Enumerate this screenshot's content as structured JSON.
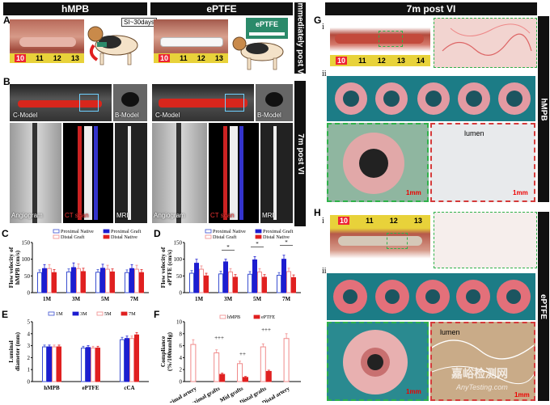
{
  "panels": {
    "A": "A",
    "B": "B",
    "C": "C",
    "D": "D",
    "E": "E",
    "F": "F",
    "G": "G",
    "H": "H"
  },
  "headers": {
    "left": "hMPB",
    "mid": "ePTFE",
    "right": "7m post VI"
  },
  "side_labels": {
    "immediately": "Immediately post VI",
    "seven_m": "7m post VI",
    "hmpb": "hMPB",
    "eptfe": "ePTFE"
  },
  "image_text": {
    "si_30days": "SI~30days",
    "eptfe_tube": "ePTFE",
    "c_model": "C-Model",
    "b_model": "B-Model",
    "angiogram": "Angiogram",
    "ct_scan": "CT scan",
    "mri": "MRI",
    "lumen": "lumen",
    "scale_1mm": "1mm",
    "watermark": "嘉峪检测网",
    "watermark_url": "AnyTesting.com"
  },
  "roman": {
    "i": "i",
    "ii": "ii"
  },
  "ruler_A1": [
    "10",
    "11",
    "12",
    "13"
  ],
  "ruler_A2": [
    "10",
    "11",
    "12",
    "13"
  ],
  "ruler_G": [
    "10",
    "11",
    "12",
    "13",
    "14"
  ],
  "ruler_H": [
    "10",
    "11",
    "12",
    "13"
  ],
  "colors": {
    "proximal_native": "#3a4fd0",
    "proximal_graft": "#1d1dd0",
    "distal_graft": "#f08a8a",
    "distal_native": "#e02020",
    "hmpb": "#f08a8a",
    "eptfe": "#e02020",
    "green_dash": "#2fb24a",
    "red_dash": "#d43a3a"
  },
  "chart_data": [
    {
      "id": "C",
      "type": "bar",
      "ylabel": "Flow velocity of hMPB (cm/s)",
      "ylim": [
        0,
        150
      ],
      "yticks": [
        0,
        50,
        100,
        150
      ],
      "categories": [
        "1M",
        "3M",
        "5M",
        "7M"
      ],
      "legend": [
        "Proximal Native",
        "Proximal Graft",
        "Distal Graft",
        "Distal Native"
      ],
      "series": [
        {
          "name": "Proximal Native",
          "values": [
            60,
            62,
            61,
            60
          ],
          "err": [
            8,
            9,
            8,
            8
          ]
        },
        {
          "name": "Proximal Graft",
          "values": [
            72,
            75,
            73,
            72
          ],
          "err": [
            12,
            14,
            12,
            12
          ]
        },
        {
          "name": "Distal Graft",
          "values": [
            72,
            72,
            70,
            70
          ],
          "err": [
            12,
            14,
            12,
            12
          ]
        },
        {
          "name": "Distal Native",
          "values": [
            60,
            63,
            62,
            60
          ],
          "err": [
            9,
            10,
            9,
            9
          ]
        }
      ]
    },
    {
      "id": "D",
      "type": "bar",
      "ylabel": "Flow velocity of ePTFE (cm/s)",
      "ylim": [
        0,
        150
      ],
      "yticks": [
        0,
        50,
        100,
        150
      ],
      "categories": [
        "1M",
        "3M",
        "5M",
        "7M"
      ],
      "legend": [
        "Proximal Native",
        "Proximal Graft",
        "Distal Graft",
        "Distal Native"
      ],
      "annotations": [
        "*",
        "*",
        "*"
      ],
      "series": [
        {
          "name": "Proximal Native",
          "values": [
            58,
            56,
            55,
            52
          ],
          "err": [
            8,
            8,
            8,
            8
          ]
        },
        {
          "name": "Proximal Graft",
          "values": [
            88,
            92,
            98,
            100
          ],
          "err": [
            12,
            8,
            10,
            12
          ]
        },
        {
          "name": "Distal Graft",
          "values": [
            70,
            62,
            62,
            63
          ],
          "err": [
            10,
            10,
            10,
            10
          ]
        },
        {
          "name": "Distal Native",
          "values": [
            50,
            46,
            46,
            45
          ],
          "err": [
            8,
            8,
            8,
            8
          ]
        }
      ]
    },
    {
      "id": "E",
      "type": "bar",
      "ylabel": "Luminal diameter (mm)",
      "ylim": [
        0,
        5
      ],
      "yticks": [
        0,
        1,
        2,
        3,
        4,
        5
      ],
      "categories": [
        "hMPB",
        "ePTFE",
        "cCA"
      ],
      "legend": [
        "1M",
        "3M",
        "5M",
        "7M"
      ],
      "series": [
        {
          "name": "1M",
          "values": [
            2.9,
            2.8,
            3.5
          ],
          "err": [
            0.15,
            0.15,
            0.2
          ]
        },
        {
          "name": "3M",
          "values": [
            2.9,
            2.85,
            3.6
          ],
          "err": [
            0.15,
            0.15,
            0.2
          ]
        },
        {
          "name": "5M",
          "values": [
            2.9,
            2.8,
            3.6
          ],
          "err": [
            0.15,
            0.15,
            0.2
          ]
        },
        {
          "name": "7M",
          "values": [
            2.9,
            2.8,
            3.9
          ],
          "err": [
            0.15,
            0.15,
            0.2
          ]
        }
      ]
    },
    {
      "id": "F",
      "type": "bar",
      "ylabel": "Compliance (%/100mmHg)",
      "ylim": [
        0,
        10
      ],
      "yticks": [
        0,
        2,
        4,
        6,
        8,
        10
      ],
      "categories": [
        "Proximal artery",
        "Proximal grafts",
        "Mid grafts",
        "Distal grafts",
        "Distal artery"
      ],
      "legend": [
        "hMPB",
        "ePTFE"
      ],
      "annotations": [
        "+++",
        "++",
        "+++"
      ],
      "series": [
        {
          "name": "hMPB",
          "values": [
            6.2,
            4.8,
            3.0,
            5.8,
            7.2
          ],
          "err": [
            0.8,
            0.5,
            0.4,
            0.5,
            0.8
          ]
        },
        {
          "name": "ePTFE",
          "values": [
            null,
            1.2,
            0.7,
            1.7,
            null
          ],
          "err": [
            0,
            0.2,
            0.15,
            0.2,
            0
          ]
        }
      ]
    }
  ]
}
